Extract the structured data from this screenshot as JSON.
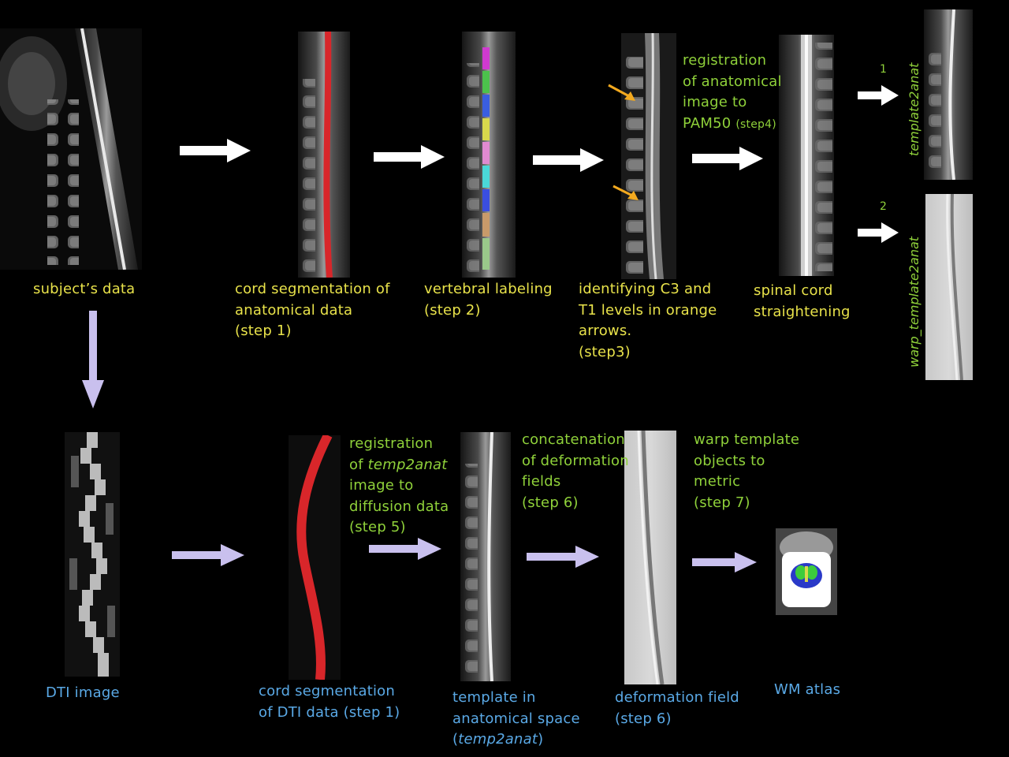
{
  "colors": {
    "background": "#000000",
    "top_labels": "#e8e24a",
    "registration_labels": "#8fd13a",
    "bottom_labels": "#5aa9e6",
    "white_arrow": "#ffffff",
    "lavender_arrow": "#c9c0ee",
    "cord_segmentation": "#d8262a",
    "orange_arrow": "#f2a91f"
  },
  "top_row": {
    "subject_data": "subject’s data",
    "cord_seg": [
      "cord segmentation of",
      "anatomical data",
      "(step 1)"
    ],
    "vertebral": [
      "vertebral labeling",
      "(step 2)"
    ],
    "identifying": [
      "identifying C3 and",
      "T1 levels in orange",
      "arrows.",
      "(step3)"
    ],
    "registration": [
      "registration",
      "of anatomical",
      "image to"
    ],
    "registration_last": "PAM50",
    "registration_step": "(step4)",
    "straightening": [
      "spinal cord",
      "straightening"
    ],
    "output1_number": "1",
    "output1_label": "template2anat",
    "output2_number": "2",
    "output2_label": "warp_template2anat"
  },
  "bottom_row": {
    "dti_image": "DTI image",
    "dti_seg": [
      "cord segmentation",
      "of DTI data (step 1)"
    ],
    "reg_temp": {
      "line1": "registration",
      "line2_prefix": "of ",
      "line2_italic": "temp2anat",
      "line3": "image to",
      "line4": "diffusion data",
      "line5": "(step 5)"
    },
    "template_space": {
      "line1": "template in",
      "line2": "anatomical space",
      "line3_open": "(",
      "line3_italic": "temp2anat",
      "line3_close": ")"
    },
    "concatenation": [
      "concatenation",
      "of deformation",
      "fields",
      "(step 6)"
    ],
    "deformation": [
      "deformation field",
      "(step 6)"
    ],
    "warp": [
      "warp template",
      "objects to",
      "metric",
      "(step 7)"
    ],
    "wm_atlas": "WM atlas"
  }
}
